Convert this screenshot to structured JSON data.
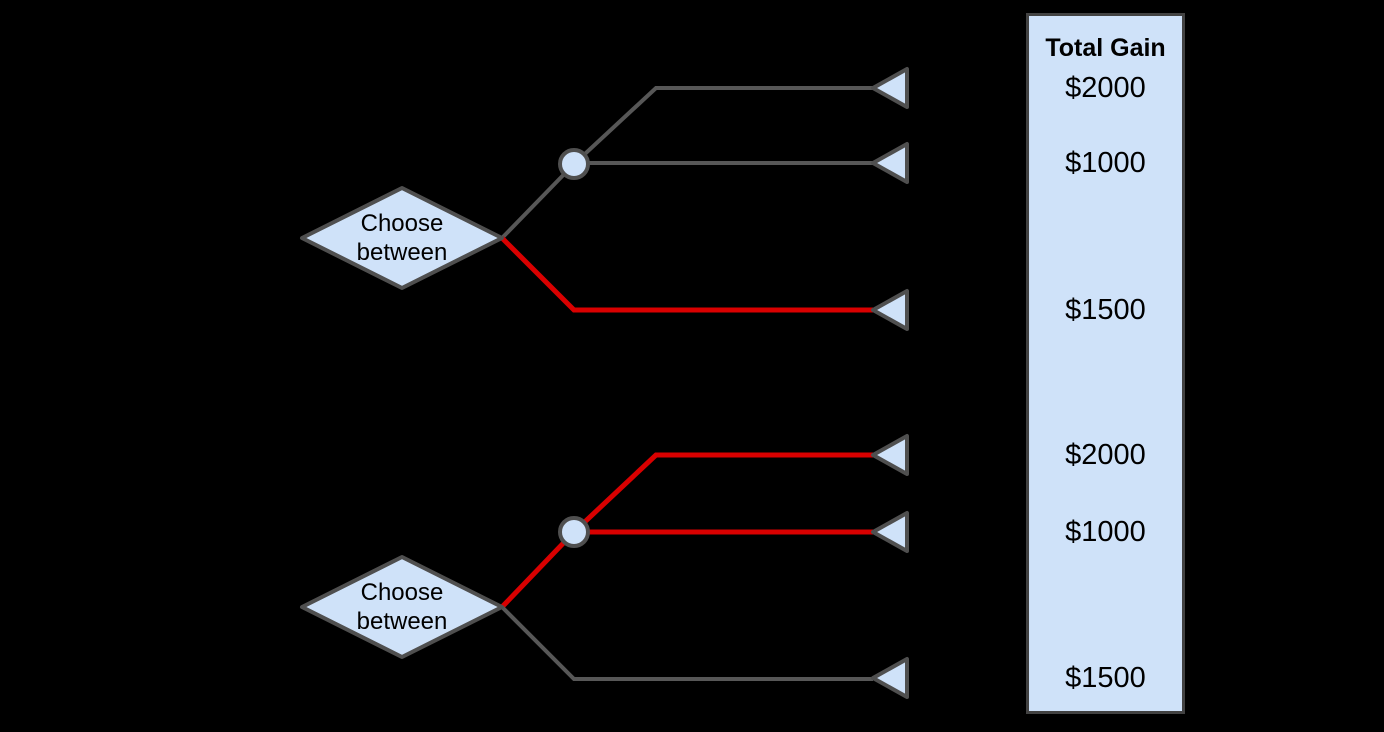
{
  "colors": {
    "background": "#000000",
    "node_fill": "#cfe2f9",
    "node_stroke": "#4f4f4f",
    "branch_gray": "#575757",
    "branch_red": "#d90000",
    "panel_border": "#424242",
    "text": "#000000"
  },
  "diagram": {
    "trees": [
      {
        "decision_label": "Choose\nbetween",
        "node_type": "decision-diamond",
        "chance_node": true,
        "red_highlighted_branch": "lower-sure-branch",
        "branch_outcomes": [
          "$2000",
          "$1000",
          "$1500"
        ]
      },
      {
        "decision_label": "Choose\nbetween",
        "node_type": "decision-diamond",
        "chance_node": true,
        "red_highlighted_branch": "upper-gamble-branches",
        "branch_outcomes": [
          "$2000",
          "$1000",
          "$1500"
        ]
      }
    ]
  },
  "payoff_panel": {
    "title": "Total Gain",
    "values": [
      "$2000",
      "$1000",
      "$1500",
      "$2000",
      "$1000",
      "$1500"
    ]
  }
}
